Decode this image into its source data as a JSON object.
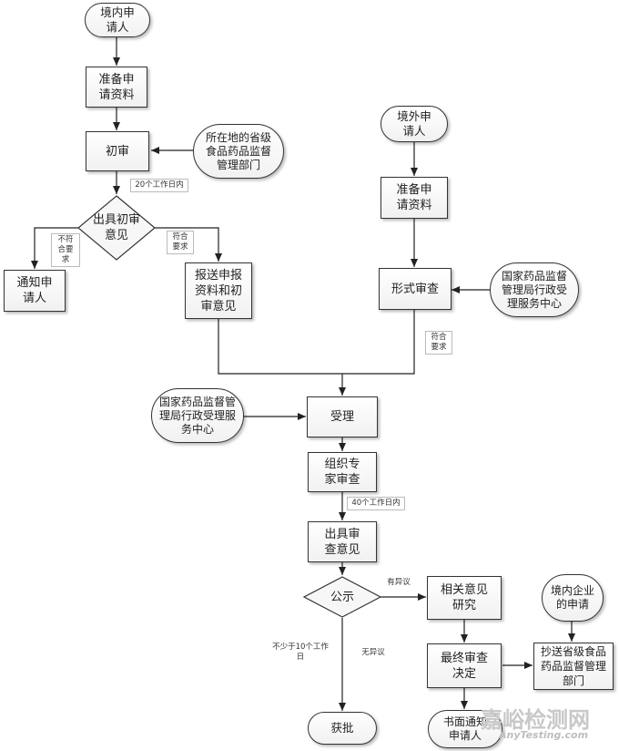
{
  "nodes": {
    "domestic_applicant": "境内申请人",
    "prepare_materials_1": "准备申请资料",
    "preliminary_review": "初审",
    "provincial_fda": "所在地的省级食品药品监督管理部门",
    "issue_preliminary_opinion": "出具初审意见",
    "notify_applicant_1": "通知申请人",
    "submit_materials": "报送申报资料和初审意见",
    "foreign_applicant": "境外申请人",
    "prepare_materials_2": "准备申请资料",
    "formal_review": "形式审查",
    "nmpa_center_1": "国家药品监督管理局行政受理服务中心",
    "nmpa_center_2": "国家药品监督管理局行政受理服务中心",
    "acceptance": "受理",
    "expert_review": "组织专家审查",
    "issue_review_opinion": "出具审查意见",
    "publicity": "公示",
    "study_opinions": "相关意见研究",
    "final_decision": "最终审查决定",
    "domestic_enterprise_app": "境内企业的申请",
    "cc_provincial": "抄送省级食品药品监督管理部门",
    "written_notice": "书面通知申请人",
    "approval": "获批"
  },
  "edge_labels": {
    "days_20": "20个工作日内",
    "not_meet": "不符合要求",
    "meet_1": "符合要求",
    "meet_2": "符合要求",
    "days_40": "40个工作日内",
    "objection": "有异议",
    "no_objection": "无异议",
    "min_10_days": "不少于10个工作日"
  },
  "watermark": {
    "brand": "嘉峪检测网",
    "site": "AnyTesting.com"
  }
}
